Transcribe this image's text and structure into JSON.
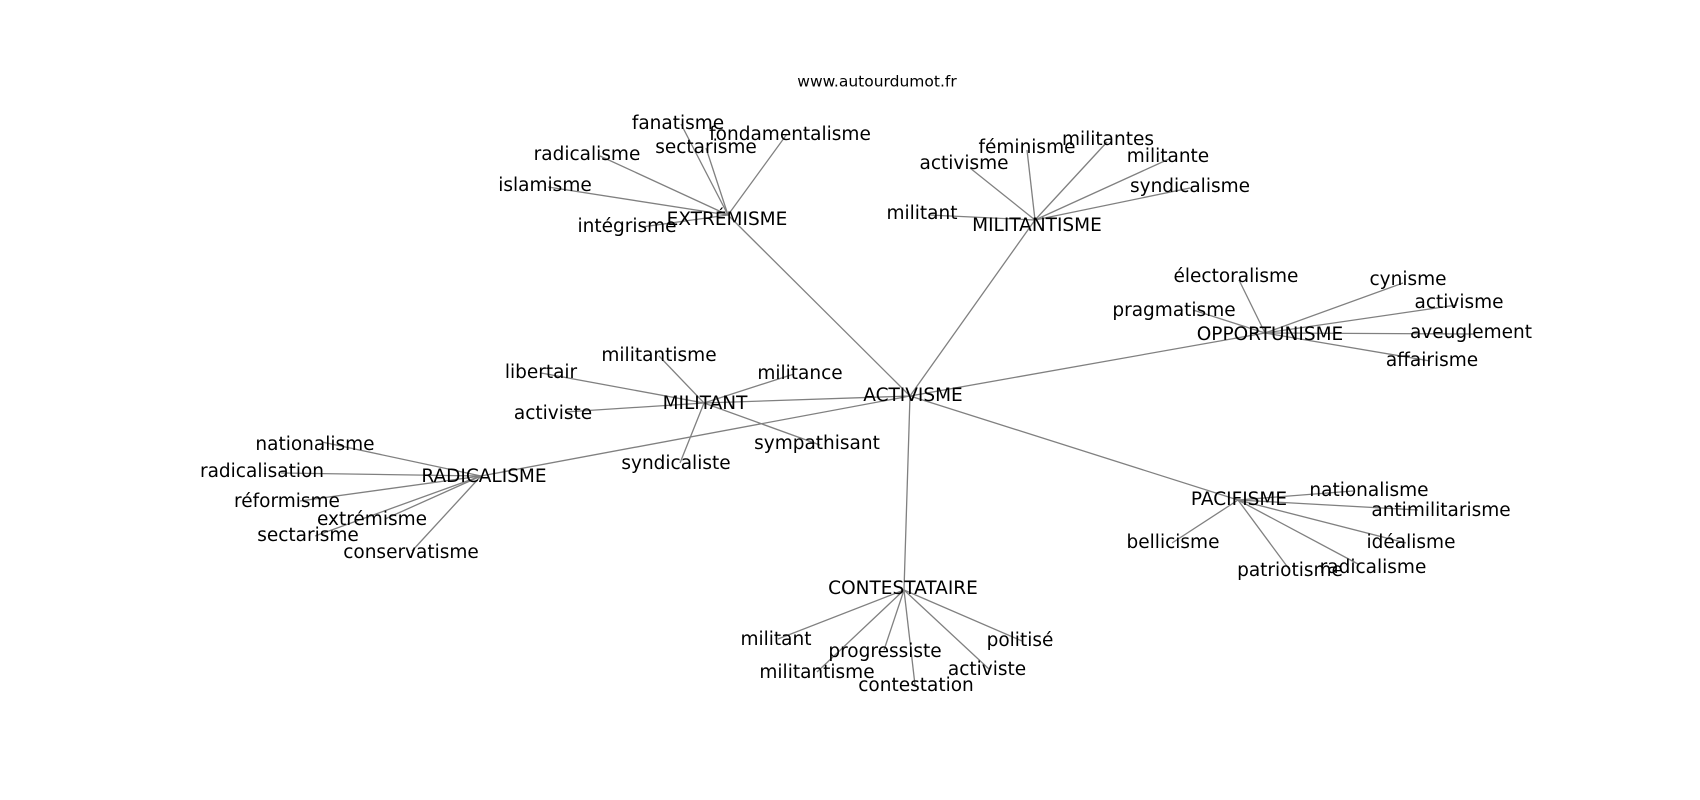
{
  "site": "www.autourdumot.fr",
  "graph": {
    "center": "ACTIVISME",
    "clusters": [
      {
        "hub": "EXTRÉMISME",
        "leaves": [
          "fanatisme",
          "sectarisme",
          "fondamentalisme",
          "radicalisme",
          "islamisme",
          "intégrisme"
        ]
      },
      {
        "hub": "MILITANTISME",
        "leaves": [
          "activisme",
          "féminisme",
          "militantes",
          "militante",
          "syndicalisme",
          "militant"
        ]
      },
      {
        "hub": "OPPORTUNISME",
        "leaves": [
          "électoralisme",
          "pragmatisme",
          "cynisme",
          "activisme",
          "aveuglement",
          "affairisme"
        ]
      },
      {
        "hub": "MILITANT",
        "leaves": [
          "militantisme",
          "militance",
          "libertair",
          "activiste",
          "sympathisant",
          "syndicaliste"
        ]
      },
      {
        "hub": "RADICALISME",
        "leaves": [
          "nationalisme",
          "radicalisation",
          "réformisme",
          "extrémisme",
          "sectarisme",
          "conservatisme"
        ]
      },
      {
        "hub": "PACIFISME",
        "leaves": [
          "nationalisme",
          "antimilitarisme",
          "idéalisme",
          "radicalisme",
          "patriotisme",
          "bellicisme"
        ]
      },
      {
        "hub": "CONTESTATAIRE",
        "leaves": [
          "militant",
          "progressiste",
          "militantisme",
          "contestation",
          "activiste",
          "politisé"
        ]
      }
    ]
  }
}
